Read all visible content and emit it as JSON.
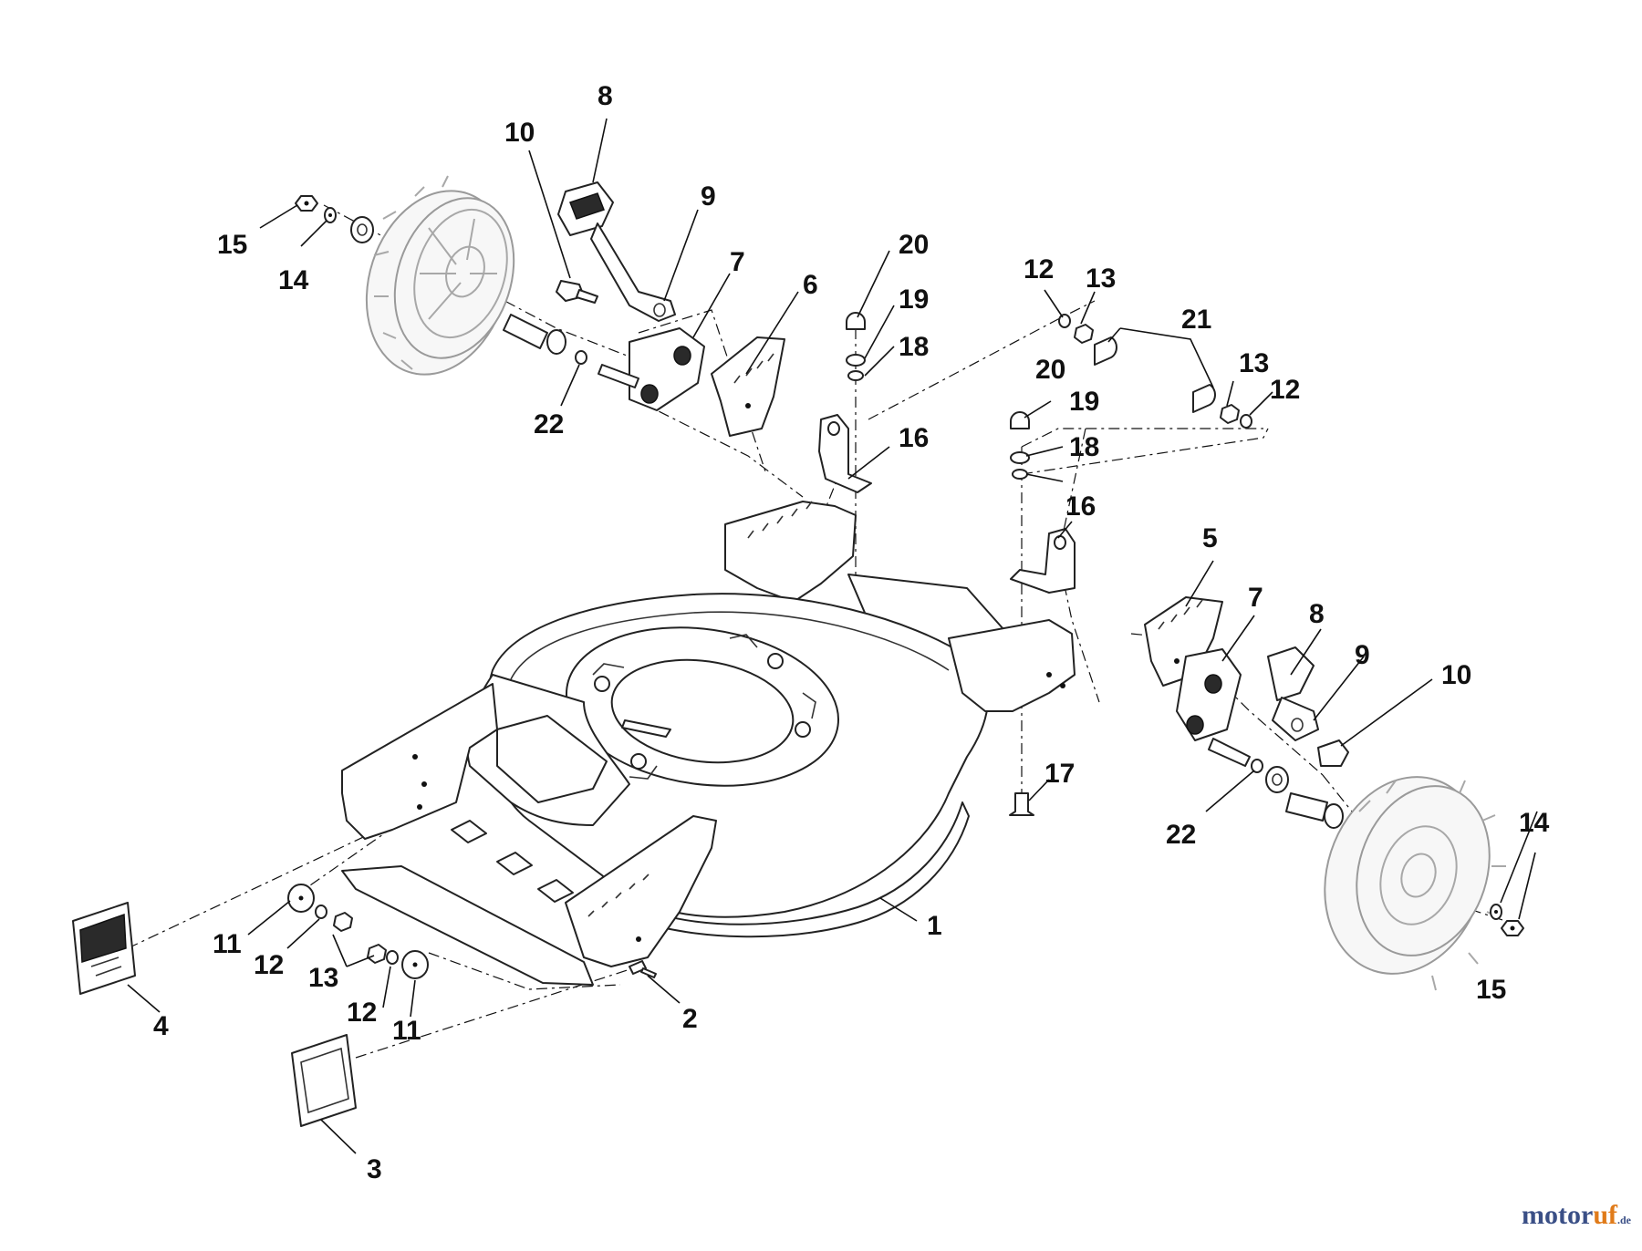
{
  "callouts": {
    "c1": "1",
    "c2": "2",
    "c3": "3",
    "c4": "4",
    "c5": "5",
    "c6": "6",
    "c7": "7",
    "c8": "8",
    "c9": "9",
    "c10": "10",
    "c11": "11",
    "c12": "12",
    "c13": "13",
    "c14": "14",
    "c15": "15",
    "c16": "16",
    "c17": "17",
    "c18": "18",
    "c19": "19",
    "c20": "20",
    "c21": "21",
    "c22": "22"
  },
  "watermark": {
    "brand": "motor",
    "accent": "uf",
    "tld": ".de"
  },
  "colors": {
    "line": "#111111",
    "wheel": "#9a9a9a",
    "brand_blue": "#3a4f86",
    "brand_orange": "#e07b1a"
  }
}
